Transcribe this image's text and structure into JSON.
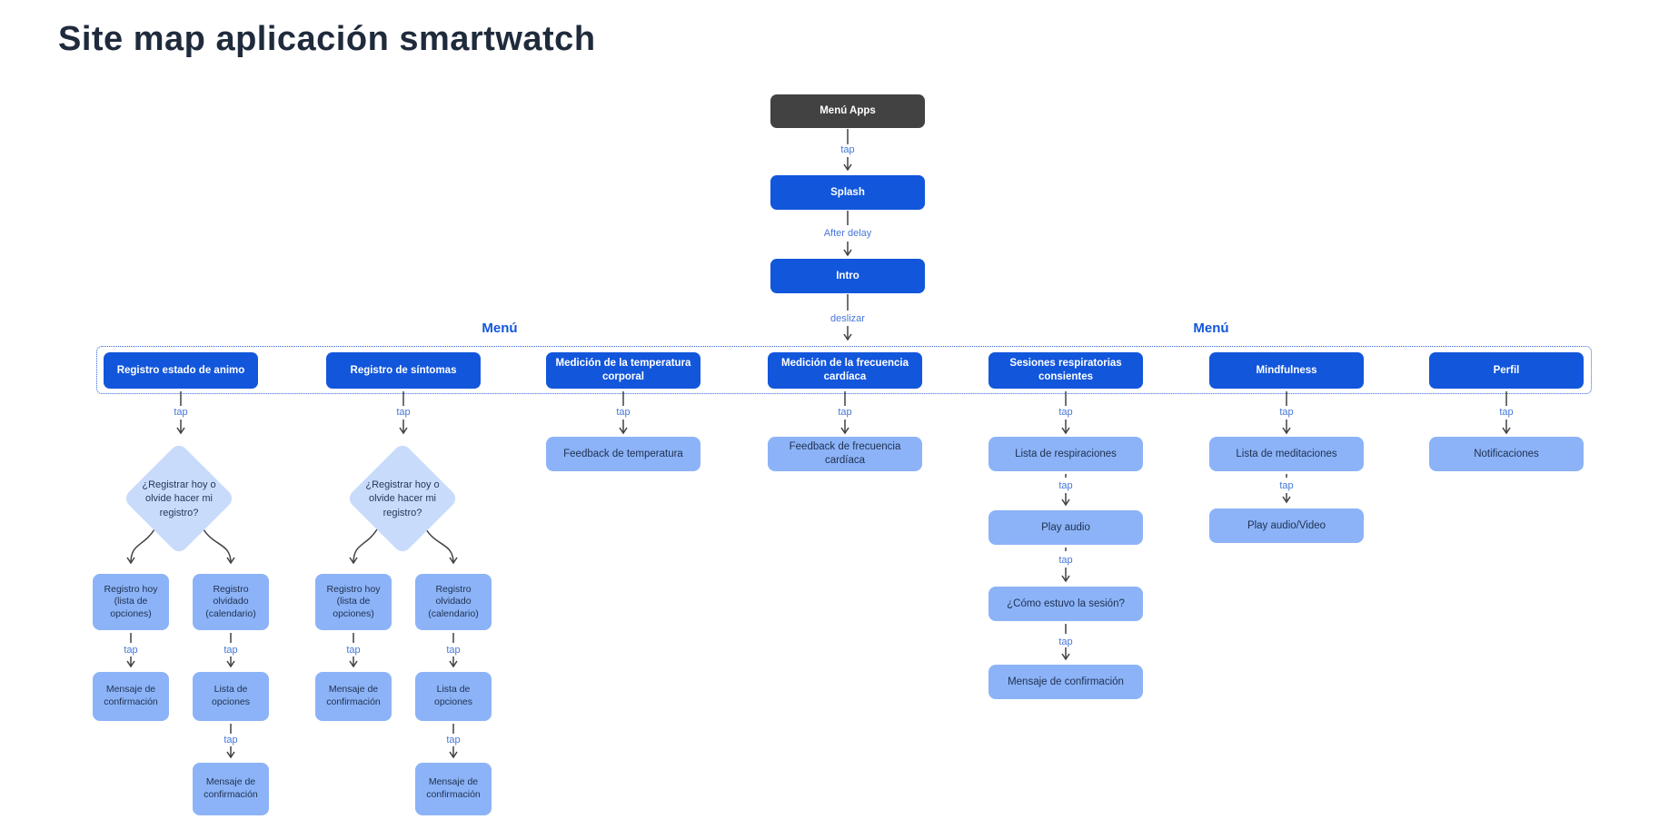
{
  "title": "Site map aplicación smartwatch",
  "edge_labels": {
    "tap": "tap",
    "after_delay": "After delay",
    "deslizar": "deslizar"
  },
  "top_flow": {
    "menu_apps": "Menú Apps",
    "splash": "Splash",
    "intro": "Intro"
  },
  "menu": {
    "left_label": "Menú",
    "right_label": "Menú",
    "items": [
      {
        "label": "Registro estado de animo"
      },
      {
        "label": "Registro de síntomas"
      },
      {
        "label": "Medición de la temperatura corporal"
      },
      {
        "label": "Medición de la frecuencia cardíaca"
      },
      {
        "label": "Sesiones respiratorias consientes"
      },
      {
        "label": "Mindfulness"
      },
      {
        "label": "Perfil"
      }
    ]
  },
  "registro_flows": {
    "diamond": "¿Registrar hoy o olvide hacer mi registro?",
    "today": "Registro hoy (lista de opciones)",
    "forgotten": "Registro olvidado (calendario)",
    "confirmation": "Mensaje de confirmación",
    "options_list": "Lista de opciones"
  },
  "temperature_flow": {
    "feedback": "Feedback de temperatura"
  },
  "heart_rate_flow": {
    "feedback": "Feedback de frecuencia cardíaca"
  },
  "breathing_flow": {
    "list": "Lista de respiraciones",
    "play": "Play audio",
    "question": "¿Cómo estuvo la sesión?",
    "confirmation": "Mensaje de confirmación"
  },
  "mindfulness_flow": {
    "list": "Lista de meditaciones",
    "play": "Play audio/Video"
  },
  "profile_flow": {
    "notifications": "Notificaciones"
  },
  "colors": {
    "primary_node": "#1256DB",
    "dark_node": "#424242",
    "light_node": "#8CB3F7",
    "diamond": "#C9DBFB",
    "edge_label": "#4677D8",
    "arrow": "#3F4246",
    "dashed_frame": "#2F66D8",
    "title": "#1F2B3C"
  }
}
